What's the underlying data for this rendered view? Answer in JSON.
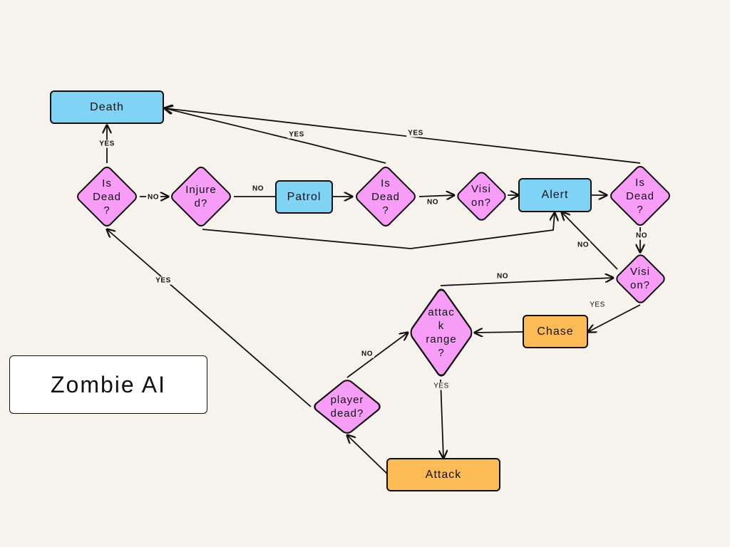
{
  "title": "Zombie AI",
  "colors": {
    "background": "#f6f2ec",
    "state_blue": "#7fd4f5",
    "state_orange": "#fdbb55",
    "decision_pink": "#f79cf7"
  },
  "nodes": {
    "death": "Death",
    "patrol": "Patrol",
    "alert": "Alert",
    "chase": "Chase",
    "attack": "Attack",
    "is_dead_1": "Is\nDead\n?",
    "injured": "Injure\nd?",
    "is_dead_2": "Is\nDead\n?",
    "vision_1": "Visi\non?",
    "is_dead_3": "Is\nDead\n?",
    "vision_2": "Visi\non?",
    "attack_range": "attac\nk\nrange\n?",
    "player_dead": "player\ndead?"
  },
  "edge_labels": {
    "yes_1": "YES",
    "yes_2": "YES",
    "yes_3": "YES",
    "yes_4": "YES",
    "yes_5": "YES",
    "yes_6": "YES",
    "no_1": "NO",
    "no_2": "NO",
    "no_3": "NO",
    "no_4": "NO",
    "no_5": "NO",
    "no_6": "NO",
    "no_7": "NO"
  }
}
